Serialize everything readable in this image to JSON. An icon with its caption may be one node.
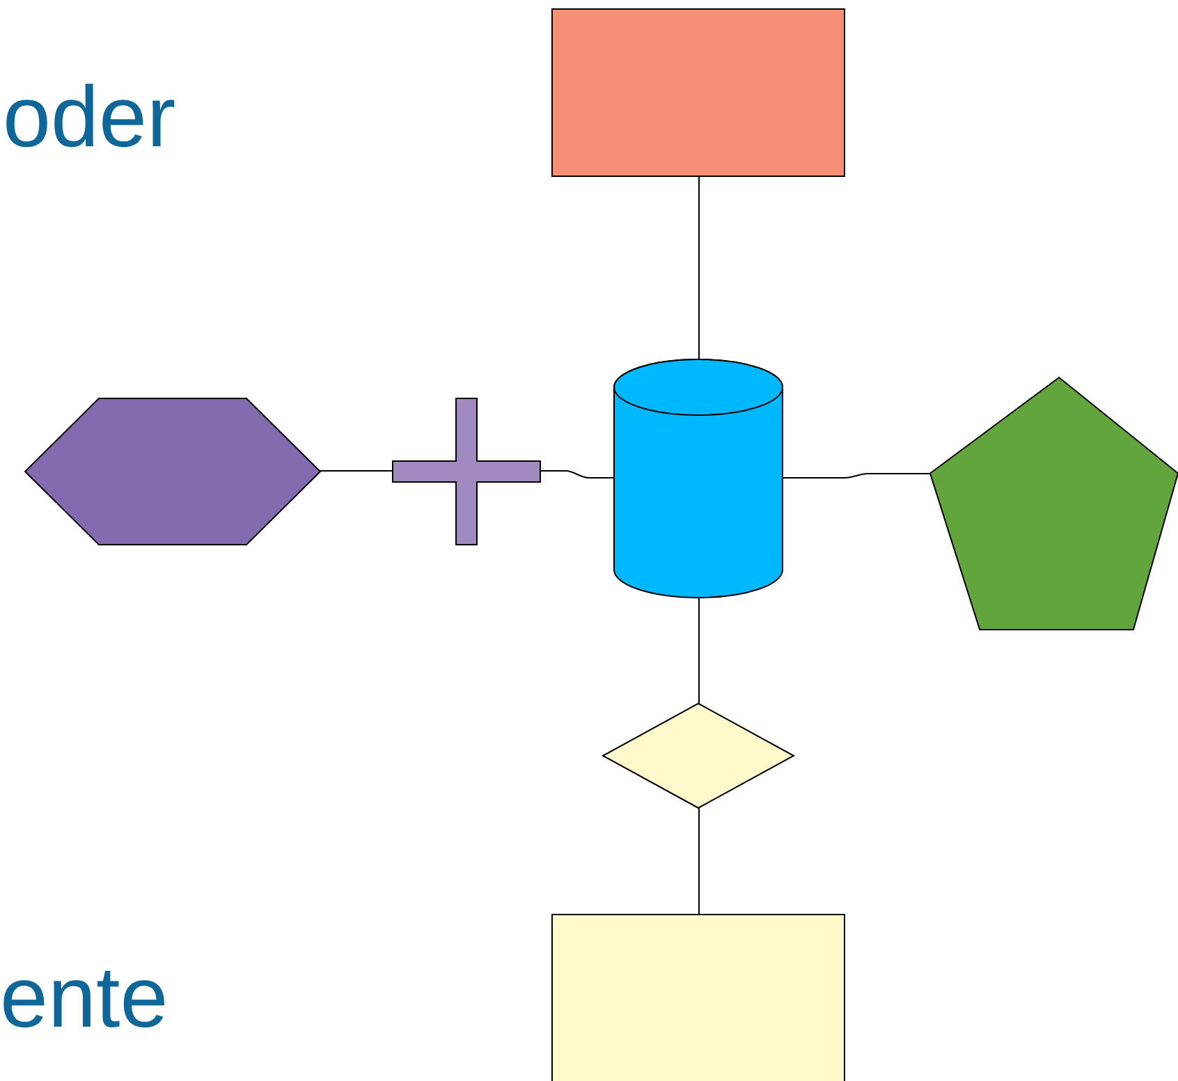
{
  "diagram": {
    "nodes": [
      {
        "text": [],
        "shape": "box"
      },
      {
        "text": [],
        "shape": "hexagon"
      },
      {
        "text": [],
        "shape": "cross"
      },
      {
        "text": [],
        "shape": "cylinder"
      },
      {
        "text": [],
        "shape": "pentagon"
      },
      {
        "text": [],
        "shape": "diamond"
      },
      {
        "text": [],
        "shape": "box"
      }
    ],
    "edges": [
      {
        "from": 0,
        "to": 3,
        "arrow": "none"
      },
      {
        "from": 1,
        "to": 2,
        "arrow": "none"
      },
      {
        "from": 2,
        "to": 3,
        "arrow": "none"
      },
      {
        "from": 3,
        "to": 4,
        "arrow": "none"
      },
      {
        "from": 3,
        "to": 5,
        "arrow": "none"
      },
      {
        "from": 5,
        "to": 6,
        "arrow": "none"
      }
    ],
    "labels": [
      "oder",
      "ente"
    ]
  }
}
